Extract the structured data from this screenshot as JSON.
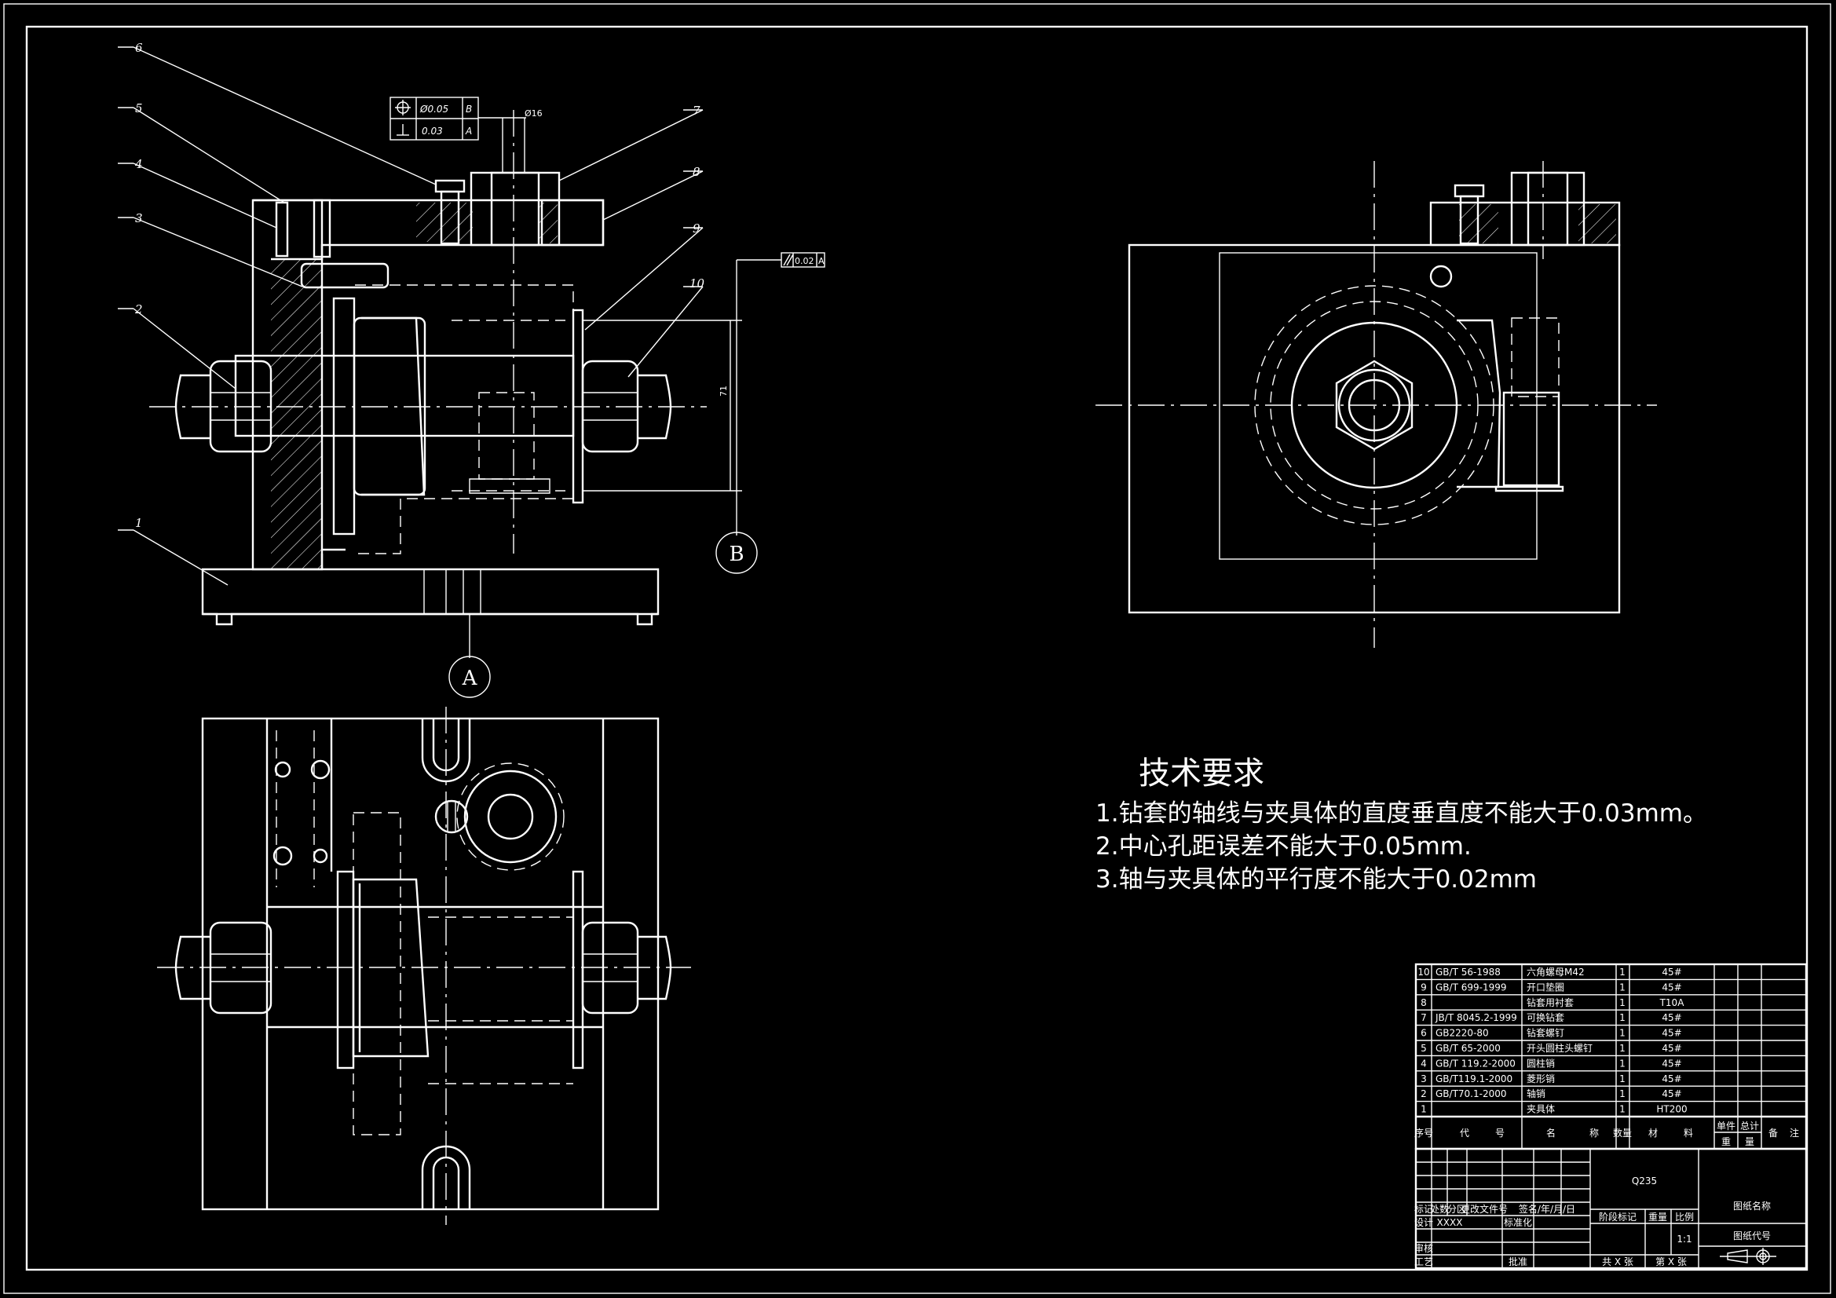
{
  "part_labels": [
    "1",
    "2",
    "3",
    "4",
    "5",
    "6",
    "7",
    "8",
    "9",
    "10"
  ],
  "datums": {
    "a": "A",
    "b": "B"
  },
  "tolerance_frames": {
    "position": {
      "value": "Ø0.05",
      "ref": "B"
    },
    "perpendicular": {
      "value": "0.03",
      "ref": "A"
    },
    "parallel": {
      "value": "0.02",
      "ref": "A"
    },
    "small_dim": "Ø16",
    "side_dim": "71"
  },
  "tech_requirements": {
    "title": "技术要求",
    "items": [
      "1.钻套的轴线与夹具体的直度垂直度不能大于0.03mm。",
      "2.中心孔距误差不能大于0.05mm.",
      "3.轴与夹具体的平行度不能大于0.02mm"
    ]
  },
  "bom": {
    "rows": [
      {
        "no": "10",
        "code": "GB/T 56-1988",
        "name": "六角螺母M42",
        "qty": "1",
        "material": "45#"
      },
      {
        "no": "9",
        "code": "GB/T 699-1999",
        "name": "开口垫圈",
        "qty": "1",
        "material": "45#"
      },
      {
        "no": "8",
        "code": "",
        "name": "钻套用衬套",
        "qty": "1",
        "material": "T10A"
      },
      {
        "no": "7",
        "code": "JB/T 8045.2-1999",
        "name": "可换钻套",
        "qty": "1",
        "material": "45#"
      },
      {
        "no": "6",
        "code": "GB2220-80",
        "name": "钻套螺钉",
        "qty": "1",
        "material": "45#"
      },
      {
        "no": "5",
        "code": "GB/T 65-2000",
        "name": "开头圆柱头螺钉",
        "qty": "1",
        "material": "45#"
      },
      {
        "no": "4",
        "code": "GB/T 119.2-2000",
        "name": "圆柱销",
        "qty": "1",
        "material": "45#"
      },
      {
        "no": "3",
        "code": "GB/T119.1-2000",
        "name": "菱形销",
        "qty": "1",
        "material": "45#"
      },
      {
        "no": "2",
        "code": "GB/T70.1-2000",
        "name": "轴销",
        "qty": "1",
        "material": "45#"
      },
      {
        "no": "1",
        "code": "",
        "name": "夹具体",
        "qty": "1",
        "material": "HT200"
      }
    ],
    "headers": {
      "no": "序号",
      "code1": "代",
      "code2": "号",
      "name1": "名",
      "name2": "称",
      "qty": "数量",
      "mat1": "材",
      "mat2": "料",
      "unit": "单件",
      "total": "总计",
      "weight1": "重",
      "weight2": "量",
      "remark1": "备",
      "remark2": "注"
    }
  },
  "title_block": {
    "material": "Q235",
    "drawing_name": "图纸名称",
    "drawing_code": "图纸代号",
    "mark": "标记",
    "count": "处数",
    "zone": "分区",
    "change_doc": "更改文件号",
    "sign_date": "签名/年/月/日",
    "design": "设计",
    "designer": "XXXX",
    "standardize": "标准化",
    "review": "审核",
    "process": "工艺",
    "approve": "批准",
    "stage_mark": "阶段标记",
    "weight": "重量",
    "scale": "比例",
    "scale_value": "1:1",
    "sheets_total": "共 X 张",
    "sheet_no": "第 X 张"
  }
}
